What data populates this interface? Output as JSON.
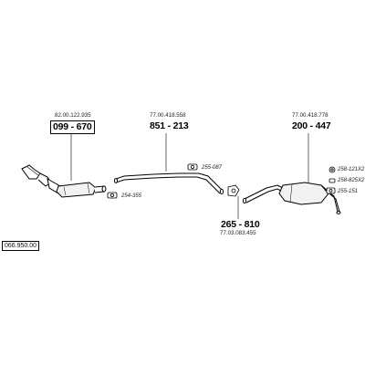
{
  "diagram_code": "066.950.00",
  "groups": [
    {
      "ref": "82.00.122.935",
      "part": "099 - 670"
    },
    {
      "ref": "77.00.418.558",
      "part": "851 - 213"
    },
    {
      "ref": "77.00.418.778",
      "part": "200 - 447"
    },
    {
      "ref": "77.03.083.455",
      "part": "265 - 810"
    }
  ],
  "small_parts": [
    "255-087",
    "254-355",
    "258-121X2",
    "258-825X2",
    "255-151"
  ]
}
